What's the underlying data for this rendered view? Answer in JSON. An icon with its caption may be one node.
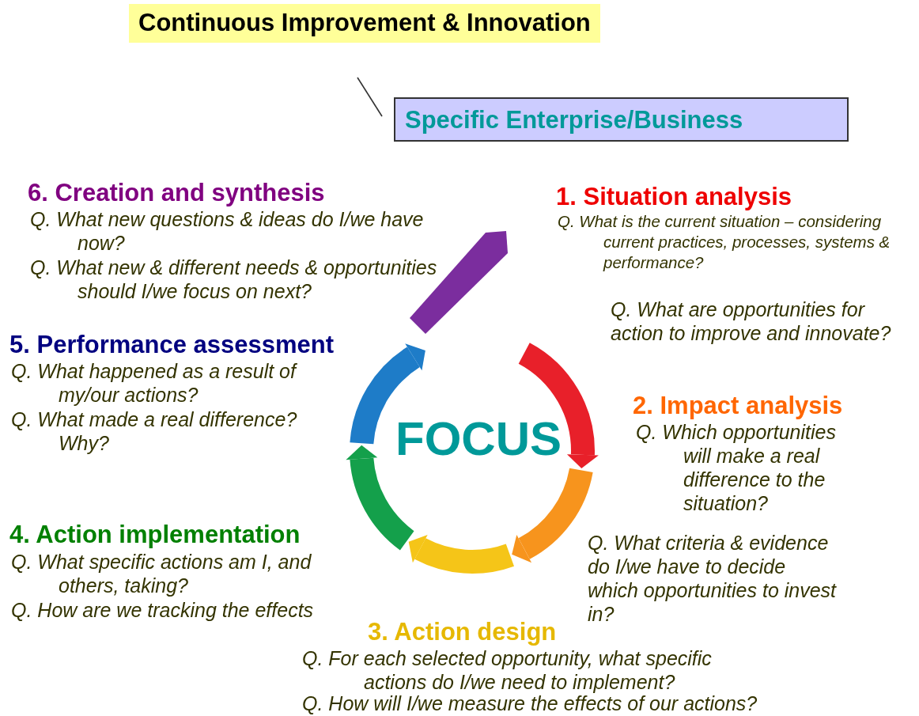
{
  "diagram": {
    "title": "Continuous Improvement & Innovation",
    "nodes": [
      {
        "text": [
          "Specific Enterprise/Business"
        ]
      }
    ],
    "labels": [
      "6. Creation and synthesis",
      "Q. What new questions & ideas do I/we have now?",
      "Q. What new & different needs & opportunities should I/we focus on next?",
      "1. Situation analysis",
      "Q. What is the current situation – considering current practices, processes, systems & performance?",
      "Q. What are opportunities for action to improve and innovate?",
      "5. Performance assessment",
      "Q. What happened as a result of my/our actions?",
      "Q. What made a real difference? Why?",
      "2. Impact analysis",
      "Q. Which opportunities will make a real difference to the situation?",
      "FOCUS",
      "4. Action implementation",
      "Q. What specific actions am I, and others, taking?",
      "Q. How are we tracking the effects",
      "Q. What criteria & evidence do I/we have to decide which opportunities to invest in?",
      "3. Action design",
      "Q. For each selected opportunity, what specific actions do I/we need to implement?",
      "Q. How will I/we measure the effects of our actions?"
    ]
  }
}
